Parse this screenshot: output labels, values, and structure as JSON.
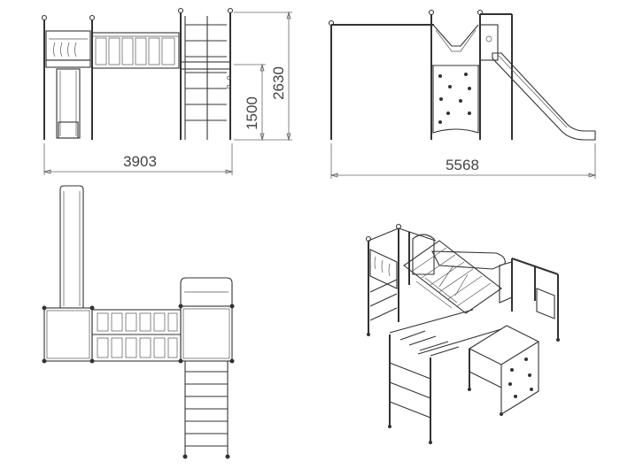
{
  "dimensions": {
    "front_width": "3903",
    "side_width": "5568",
    "platform_height": "1500",
    "total_height": "2630"
  }
}
